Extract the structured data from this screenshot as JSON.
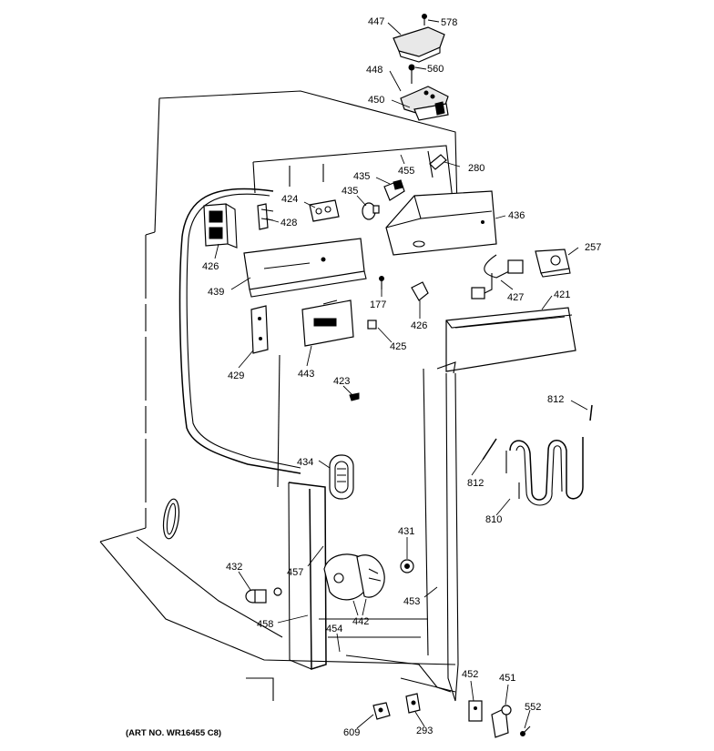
{
  "diagram": {
    "art_number": "(ART NO. WR16455 C8)",
    "callouts": {
      "c447": "447",
      "c578": "578",
      "c448": "448",
      "c560": "560",
      "c450": "450",
      "c455": "455",
      "c280": "280",
      "c435a": "435",
      "c435b": "435",
      "c424": "424",
      "c428a": "428",
      "c436": "436",
      "c257": "257",
      "c426a": "426",
      "c439": "439",
      "c177": "177",
      "c426b": "426",
      "c427": "427",
      "c421": "421",
      "c429": "429",
      "c443": "443",
      "c425": "425",
      "c423": "423",
      "c812a": "812",
      "c812b": "812",
      "c434": "434",
      "c810": "810",
      "c431": "431",
      "c432": "432",
      "c457": "457",
      "c453": "453",
      "c442": "442",
      "c458": "458",
      "c454": "454",
      "c452": "452",
      "c451": "451",
      "c552": "552",
      "c609": "609",
      "c293": "293"
    }
  }
}
